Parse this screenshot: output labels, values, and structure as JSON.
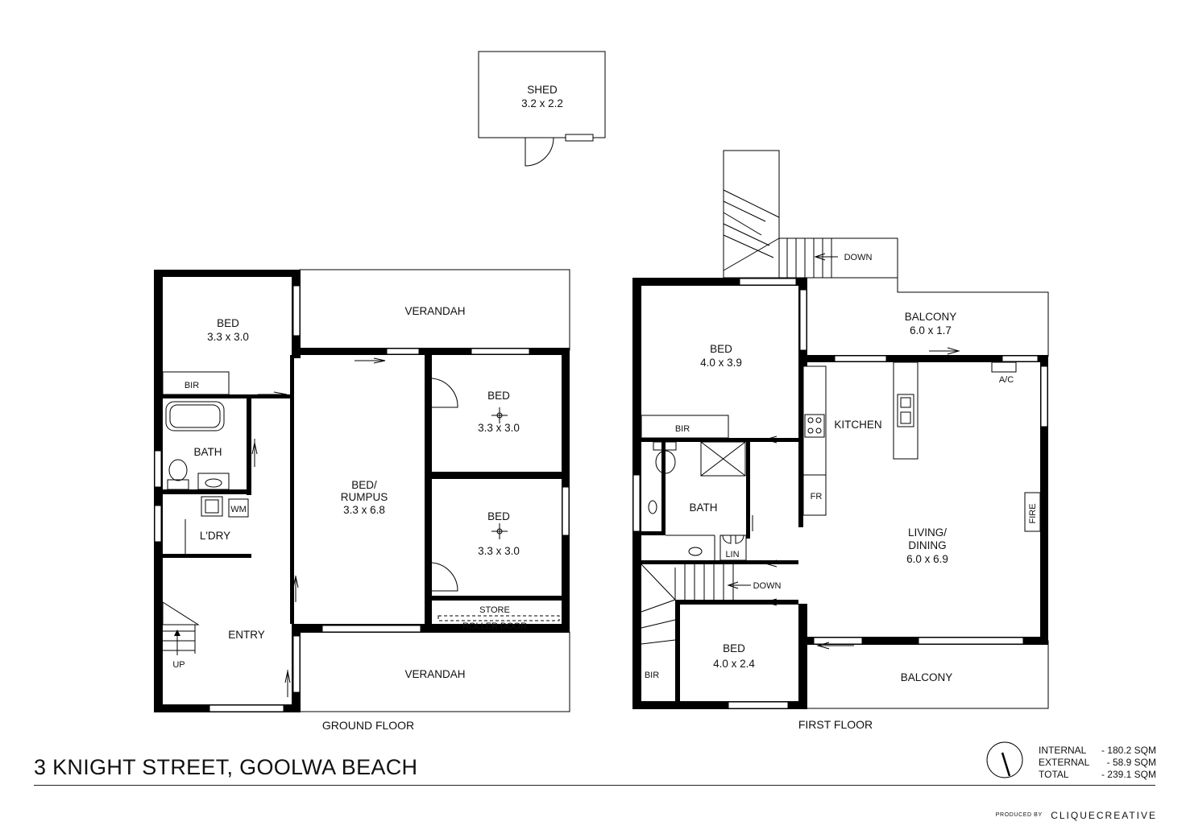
{
  "title": "3 KNIGHT STREET, GOOLWA BEACH",
  "floors": {
    "ground": "GROUND FLOOR",
    "first": "FIRST FLOOR"
  },
  "shed": {
    "name": "SHED",
    "size": "3.2 x 2.2"
  },
  "ground_rooms": {
    "bed1": {
      "name": "BED",
      "size": "3.3 x 3.0"
    },
    "verandah_top": "VERANDAH",
    "bir": "BIR",
    "bath": "BATH",
    "wm": "WM",
    "laundry": "L'DRY",
    "entry": "ENTRY",
    "up": "UP",
    "rumpus": {
      "name1": "BED/",
      "name2": "RUMPUS",
      "size": "3.3 x 6.8"
    },
    "bed2": {
      "name": "BED",
      "size": "3.3 x 3.0"
    },
    "bed3": {
      "name": "BED",
      "size": "3.3 x 3.0"
    },
    "store": "STORE",
    "roller_door": "ROLLER DOOR",
    "verandah_bottom": "VERANDAH"
  },
  "first_rooms": {
    "down_top": "DOWN",
    "bed1": {
      "name": "BED",
      "size": "4.0 x 3.9"
    },
    "balcony_top": {
      "name": "BALCONY",
      "size": "6.0 x 1.7"
    },
    "ac": "A/C",
    "bir": "BIR",
    "kitchen": "KITCHEN",
    "fr": "FR",
    "bath": "BATH",
    "lin": "LIN",
    "fire": "FIRE",
    "living": {
      "name1": "LIVING/",
      "name2": "DINING",
      "size": "6.0 x 6.9"
    },
    "down_stairs": "DOWN",
    "bed2": {
      "name": "BED",
      "size": "4.0 x 2.4"
    },
    "bir2": "BIR",
    "balcony_bottom": "BALCONY"
  },
  "areas": [
    {
      "label": "INTERNAL",
      "value": "- 180.2 SQM"
    },
    {
      "label": "EXTERNAL",
      "value": "- 58.9 SQM"
    },
    {
      "label": "TOTAL",
      "value": "- 239.1 SQM"
    }
  ],
  "credit": {
    "small": "PRODUCED BY",
    "brand": "CLIQUECREATIVE"
  }
}
